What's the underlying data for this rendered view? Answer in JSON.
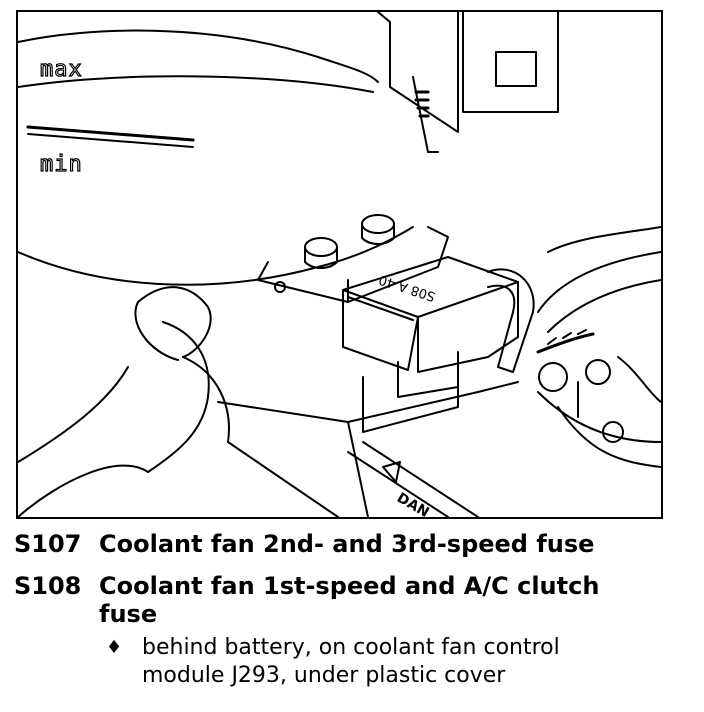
{
  "figure": {
    "labels": {
      "max": "max",
      "min": "min",
      "fuse_cover": "S08 A 40",
      "warning": "DAN"
    }
  },
  "caption": {
    "items": [
      {
        "code": "S107",
        "text": "Coolant fan 2nd- and 3rd-speed fuse"
      },
      {
        "code": "S108",
        "text": "Coolant fan 1st-speed and A/C clutch",
        "continuation": "fuse"
      }
    ],
    "bullet_symbol": "♦",
    "bullet_lines": [
      "behind battery, on coolant fan control",
      "module J293, under plastic cover"
    ]
  }
}
